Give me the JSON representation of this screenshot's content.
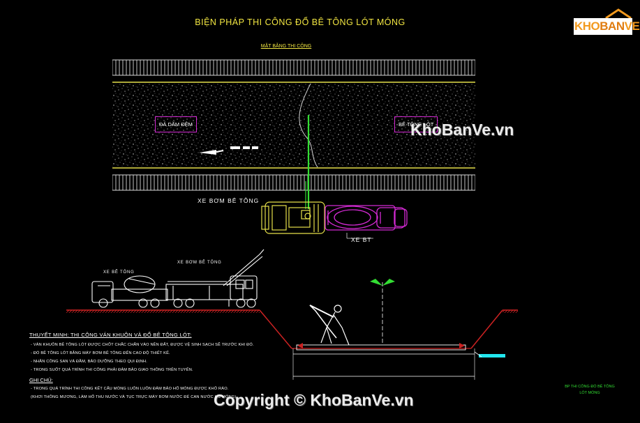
{
  "drawing": {
    "title": "BIỆN PHÁP THI CÔNG ĐỔ BÊ TÔNG LÓT MÓNG",
    "plan_title": "MẶT BẰNG THI CÔNG",
    "labels": {
      "da_dam_dem": "ĐÁ DĂM ĐỆM",
      "be_tong_lot": "BÊ TÔNG LÓT",
      "xe_bom_be_tong": "XE BƠM BÊ TÔNG",
      "xe_bt": "XE BT",
      "xe_be_tong_small": "XE BÊ TÔNG",
      "xe_bom_be_tong_small": "XE BƠM BÊ TÔNG"
    }
  },
  "notes": {
    "title": "THUYẾT MINH: THI CÔNG VÁN KHUÔN VÀ ĐỔ BÊ TÔNG LÓT:",
    "items": [
      "- VÁN KHUÔN BÊ TÔNG LÓT ĐƯỢC CHỐT CHẮC CHẮN VÀO NỀN ĐẤT, ĐƯỢC VỆ SINH SẠCH SẼ TRƯỚC KHI ĐỔ.",
      "- ĐỔ BÊ TÔNG LÓT BẰNG MÁY BƠM BÊ TÔNG ĐẾN CAO ĐỘ THIẾT KẾ.",
      "- NHÂN CÔNG SAN VÀ ĐẦM, BẢO DƯỠNG THEO QUI ĐỊNH.",
      "- TRONG SUỐT QUÁ TRÌNH THI CÔNG PHẢI ĐẢM BẢO GIAO THÔNG TRÊN TUYẾN."
    ]
  },
  "ghi_chu": {
    "title": "GHI CHÚ:",
    "items": [
      "- TRONG QUÁ TRÌNH THI CÔNG KẾT CẤU MÓNG LUÔN LUÔN ĐẢM BẢO HỐ MÓNG ĐƯỢC KHÔ RÁO.",
      "(KHƠI THÔNG MƯƠNG, LÀM HỐ THU NƯỚC VÀ TỤC TRỰC MÁY BƠM NƯỚC ĐỂ CAN NƯỚC HỐ MÓNG)"
    ]
  },
  "sheet_label": [
    "BP THI CÔNG ĐỔ BÊ TÔNG",
    "LÓT MÓNG"
  ],
  "branding": {
    "logo_text_kho": "KHO",
    "logo_text_ban": "BAN",
    "logo_text_ve": "VE",
    "watermark_1": "KhoBanVe.vn",
    "watermark_2": "Copyright © KhoBanVe.vn"
  },
  "colors": {
    "background": "#000000",
    "title": "#f2e642",
    "road_line": "#e6e04a",
    "label_border": "#d42ad4",
    "pump_truck": "#e6e04a",
    "mixer_truck": "#d42ad4",
    "boom": "#33dd33",
    "ground": "#cc2222",
    "water": "#22e6ee",
    "logo": "#f29a1f"
  }
}
